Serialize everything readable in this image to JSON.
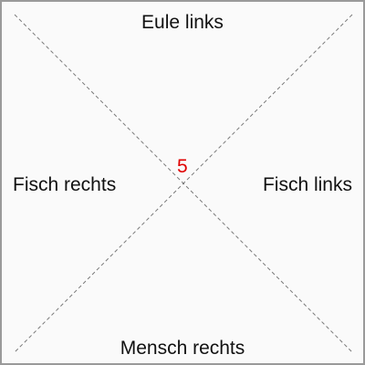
{
  "board": {
    "top_label": "Eule links",
    "left_label": "Fisch rechts",
    "right_label": "Fisch links",
    "bottom_label": "Mensch rechts",
    "center_number": "5"
  },
  "colors": {
    "center_number": "#e00000",
    "diagonal": "#7a7a7a",
    "border": "#9a9a9a",
    "background": "#fafafa"
  }
}
